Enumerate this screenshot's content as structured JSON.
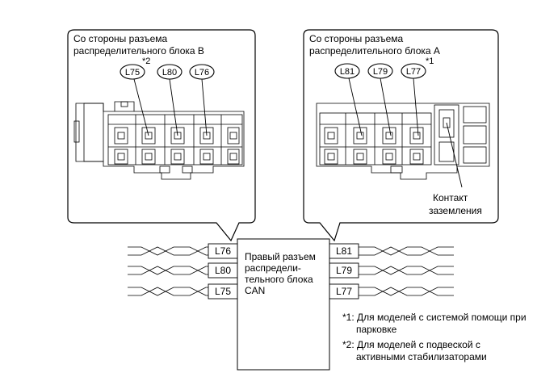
{
  "left_callout": {
    "title_line1": "Со стороны разъема",
    "title_line2": "распределительного блока B",
    "marker": "*2",
    "pins": [
      "L75",
      "L80",
      "L76"
    ]
  },
  "right_callout": {
    "title_line1": "Со стороны разъема",
    "title_line2": "распределительного блока A",
    "marker": "*1",
    "pins": [
      "L81",
      "L79",
      "L77"
    ],
    "ground_line1": "Контакт",
    "ground_line2": "заземления"
  },
  "junction": {
    "label_lines": [
      "Правый разъем",
      "распредели-",
      "тельного блока",
      "CAN"
    ],
    "left_wires": [
      "L76",
      "L80",
      "L75"
    ],
    "right_wires": [
      "L81",
      "L79",
      "L77"
    ]
  },
  "notes": [
    {
      "line1": "*1: Для моделей с системой помощи при",
      "line2": "парковке"
    },
    {
      "line1": "*2: Для моделей с подвеской с",
      "line2": "активными стабилизаторами"
    }
  ]
}
